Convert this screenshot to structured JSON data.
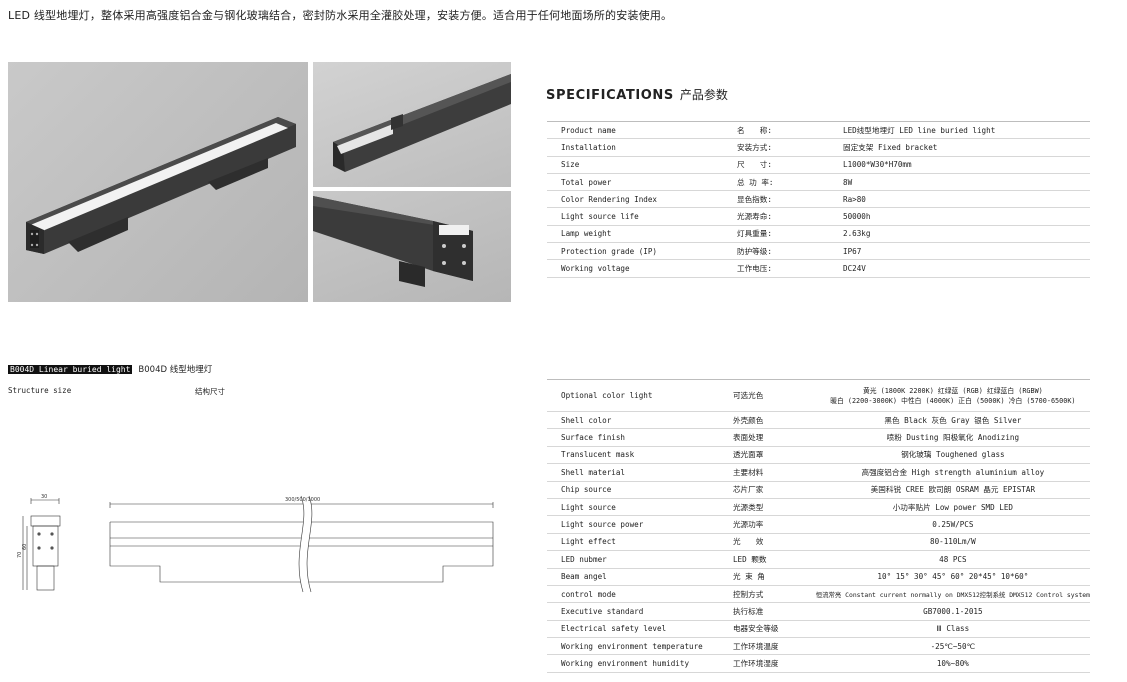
{
  "intro": "LED 线型地埋灯，整体采用高强度铝合金与钢化玻璃结合，密封防水采用全灌胶处理，安装方便。适合用于任何地面场所的安装使用。",
  "specifications": {
    "title_en": "SPECIFICATIONS",
    "title_cn": "产品参数",
    "rows": [
      {
        "en": "Product name",
        "cn": "名　　称:",
        "value": "LED线型地埋灯  LED line buried light"
      },
      {
        "en": "Installation",
        "cn": "安装方式:",
        "value": "固定支架  Fixed bracket"
      },
      {
        "en": "Size",
        "cn": "尺　　寸:",
        "value": "L1000*W30*H70mm"
      },
      {
        "en": "Total power",
        "cn": "总 功 率:",
        "value": "8W"
      },
      {
        "en": "Color Rendering Index",
        "cn": "显色指数:",
        "value": "Ra>80"
      },
      {
        "en": "Light source life",
        "cn": "光源寿命:",
        "value": "50000h"
      },
      {
        "en": "Lamp weight",
        "cn": "灯具重量:",
        "value": "2.63kg"
      },
      {
        "en": "Protection grade (IP)",
        "cn": "防护等级:",
        "value": "IP67"
      },
      {
        "en": "Working voltage",
        "cn": "工作电压:",
        "value": "DC24V"
      }
    ]
  },
  "model": {
    "label_en": "B004D Linear buried light",
    "label_cn": "B004D 线型地埋灯",
    "structure_en": "Structure size",
    "structure_cn": "结构尺寸"
  },
  "drawing": {
    "width_label": "30",
    "height_label_outer": "70",
    "height_label_inner": "60",
    "length_label": "300/500/1000"
  },
  "options": {
    "rows": [
      {
        "en": "Optional color light",
        "cn": "可选光色",
        "value": "黄光 (1800K 2200K) 红绿蓝 (RGB) 红绿蓝白 (RGBW)",
        "value2": "暖白 (2200-3000K) 中性白 (4000K) 正白 (5000K) 冷白 (5700-6500K)"
      },
      {
        "en": "Shell color",
        "cn": "外壳颜色",
        "value": "黑色 Black  灰色 Gray 银色 Silver"
      },
      {
        "en": "Surface finish",
        "cn": "表面处理",
        "value": "喷粉  Dusting  阳极氧化  Anodizing"
      },
      {
        "en": "Translucent mask",
        "cn": "透光面罩",
        "value": "钢化玻璃  Toughened glass"
      },
      {
        "en": "Shell material",
        "cn": "主要材料",
        "value": "高强度铝合金  High strength aluminium alloy"
      },
      {
        "en": "Chip source",
        "cn": "芯片厂家",
        "value": "美国科锐 CREE  欧司朗 OSRAM  晶元 EPISTAR"
      },
      {
        "en": "Light source",
        "cn": "光源类型",
        "value": "小功率贴片 Low power SMD LED"
      },
      {
        "en": "Light source power",
        "cn": "光源功率",
        "value": "0.25W/PCS"
      },
      {
        "en": "Light effect",
        "cn": "光　　效",
        "value": "80-110Lm/W"
      },
      {
        "en": "LED nubmer",
        "cn": "LED 颗数",
        "value": "48 PCS"
      },
      {
        "en": "Beam angel",
        "cn": "光 束 角",
        "value": "10° 15° 30° 45° 60° 20*45° 10*60°"
      },
      {
        "en": "control mode",
        "cn": "控制方式",
        "value": "恒流常亮 Constant current normally on DMX512控制系统 DMX512 Control system"
      },
      {
        "en": "Executive standard",
        "cn": "执行标准",
        "value": "GB7000.1-2015"
      },
      {
        "en": "Electrical safety level",
        "cn": "电器安全等级",
        "value": "Ⅲ Class"
      },
      {
        "en": "Working environment temperature",
        "cn": "工作环境温度",
        "value": "-25℃~50℃"
      },
      {
        "en": "Working environment humidity",
        "cn": "工作环境湿度",
        "value": "10%~80%"
      }
    ]
  },
  "colors": {
    "housing": "#3e3e3e",
    "background_photo": "#bfbfbf",
    "rule": "#d7d7d7"
  }
}
